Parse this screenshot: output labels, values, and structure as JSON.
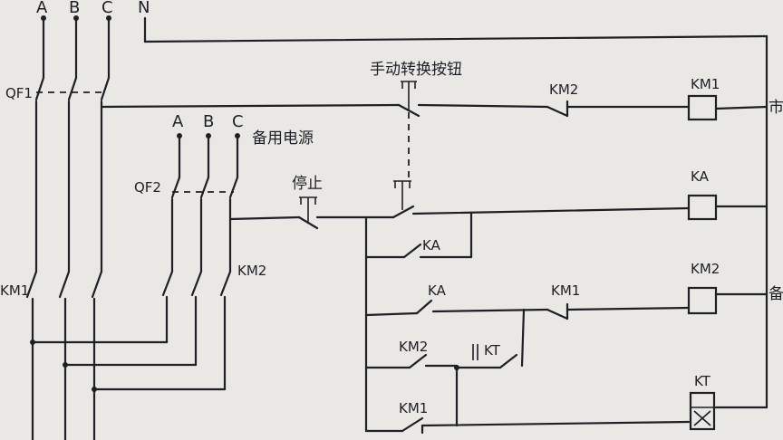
{
  "labels": {
    "phase_a_main": "A",
    "phase_b_main": "B",
    "phase_c_main": "C",
    "neutral": "N",
    "qf1": "QF1",
    "manual_switch_button": "手动转换按钮",
    "km2_nc_rung1": "KM2",
    "km1_coil": "KM1",
    "right_edge_cut_1": "市",
    "phase_a_backup": "A",
    "phase_b_backup": "B",
    "phase_c_backup": "C",
    "backup_power": "备用电源",
    "qf2": "QF2",
    "stop_button": "停止",
    "ka_coil": "KA",
    "ka_hold_contact": "KA",
    "km2_coil": "KM2",
    "right_edge_cut_2": "备",
    "km1_main_contacts": "KM1",
    "km2_main_contacts": "KM2",
    "ka_no_contact": "KA",
    "km1_nc_rung3": "KM1",
    "km2_no_contact": "KM2",
    "kt_timer_contact": "KT",
    "kt_coil": "KT",
    "km1_nc_rung4": "KM1"
  },
  "colors": {
    "ink": "#1f1f26",
    "paper": "#e9e8e4"
  }
}
